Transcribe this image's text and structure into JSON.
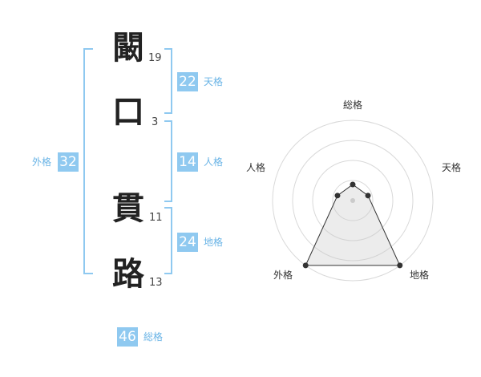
{
  "name": {
    "characters": [
      {
        "char": "闞",
        "strokes": "19"
      },
      {
        "char": "口",
        "strokes": "3"
      },
      {
        "char": "貫",
        "strokes": "11"
      },
      {
        "char": "路",
        "strokes": "13"
      }
    ]
  },
  "kaku": {
    "tenkaku": {
      "value": "22",
      "label": "天格"
    },
    "jinkaku": {
      "value": "14",
      "label": "人格"
    },
    "chikaku": {
      "value": "24",
      "label": "地格"
    },
    "gaikaku": {
      "value": "32",
      "label": "外格"
    },
    "soukaku": {
      "value": "46",
      "label": "総格"
    }
  },
  "colors": {
    "accent": "#8fc9f0",
    "label": "#6ab4e6"
  },
  "chart_data": {
    "type": "radar",
    "axes": [
      "総格",
      "天格",
      "地格",
      "外格",
      "人格"
    ],
    "values": [
      1,
      1,
      5,
      5,
      1
    ],
    "rmax": 5,
    "rings": 4
  }
}
